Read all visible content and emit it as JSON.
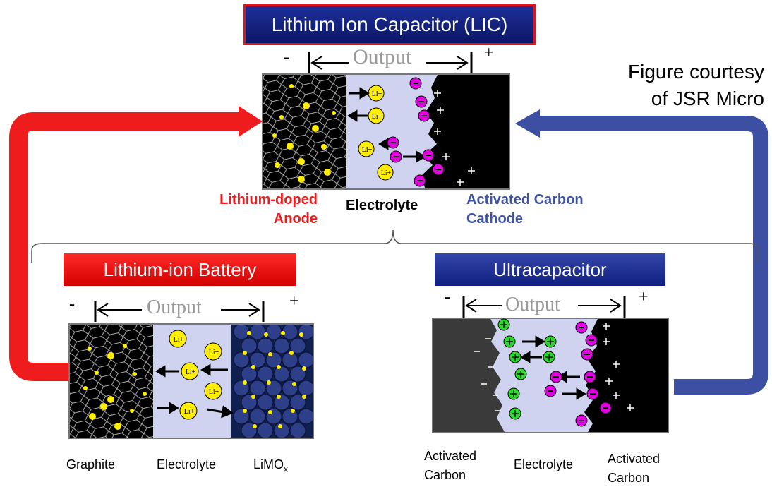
{
  "lic": {
    "title": "Lithium Ion Capacitor (LIC)",
    "minus": "-",
    "plus": "+",
    "output": "Output",
    "anode_line1": "Lithium-doped",
    "anode_line2": "Anode",
    "electrolyte": "Electrolyte",
    "cathode_line1": "Activated Carbon",
    "cathode_line2": "Cathode"
  },
  "credit": {
    "line1": "Figure courtesy",
    "line2": "of JSR Micro"
  },
  "battery": {
    "title": "Lithium-ion Battery",
    "minus": "-",
    "plus": "+",
    "output": "Output",
    "graphite": "Graphite",
    "electrolyte": "Electrolyte",
    "limox": "LiMO",
    "limox_sub": "x"
  },
  "ultracap": {
    "title": "Ultracapacitor",
    "minus": "-",
    "plus": "+",
    "output": "Output",
    "left_line1": "Activated",
    "left_line2": "Carbon",
    "electrolyte": "Electrolyte",
    "right_line1": "Activated",
    "right_line2": "Carbon"
  },
  "ion_label": "Li+",
  "colors": {
    "red": "#ee1c1c",
    "blue": "#4054a4",
    "electrolyte": "#cfd3ef",
    "li_ion": "#ffee00",
    "anion": "#e000e0",
    "cation": "#22dd22"
  }
}
